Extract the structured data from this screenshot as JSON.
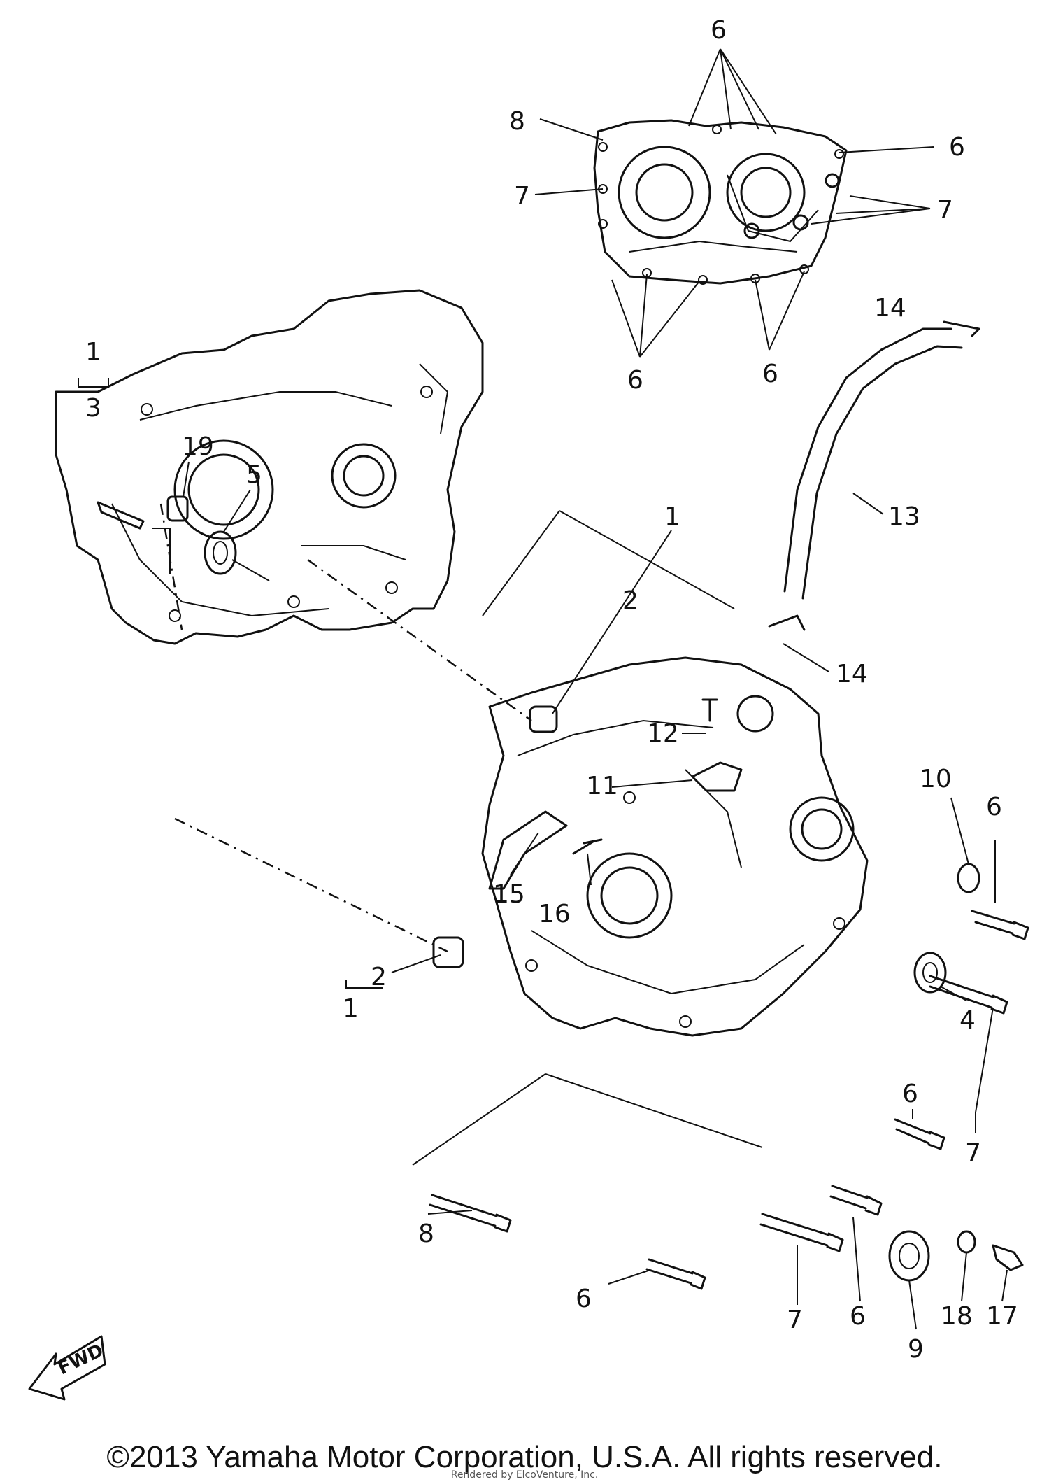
{
  "labels": {
    "top_6": "6",
    "top_8": "8",
    "top_7_left": "7",
    "top_6_right": "6",
    "top_7_right": "7",
    "top_6_bottom_left": "6",
    "top_6_bottom_right": "6",
    "p14_top": "14",
    "p1_top": "1",
    "p3": "3",
    "p19": "19",
    "p5": "5",
    "p13": "13",
    "p1_mid": "1",
    "p2_top": "2",
    "p14_mid": "14",
    "p12": "12",
    "p11": "11",
    "p10": "10",
    "p6_r1": "6",
    "p15": "15",
    "p16": "16",
    "p4": "4",
    "p2_bottom": "2",
    "p1_bottom": "1",
    "p7_r": "7",
    "p6_r2": "6",
    "p8": "8",
    "p6_b1": "6",
    "p7_b": "7",
    "p6_b2": "6",
    "p9": "9",
    "p18": "18",
    "p17": "17"
  },
  "fwd_label": "FWD",
  "copyright": "©2013 Yamaha Motor Corporation, U.S.A. All rights reserved.",
  "watermark": "Rendered by ElcoVenture, Inc."
}
